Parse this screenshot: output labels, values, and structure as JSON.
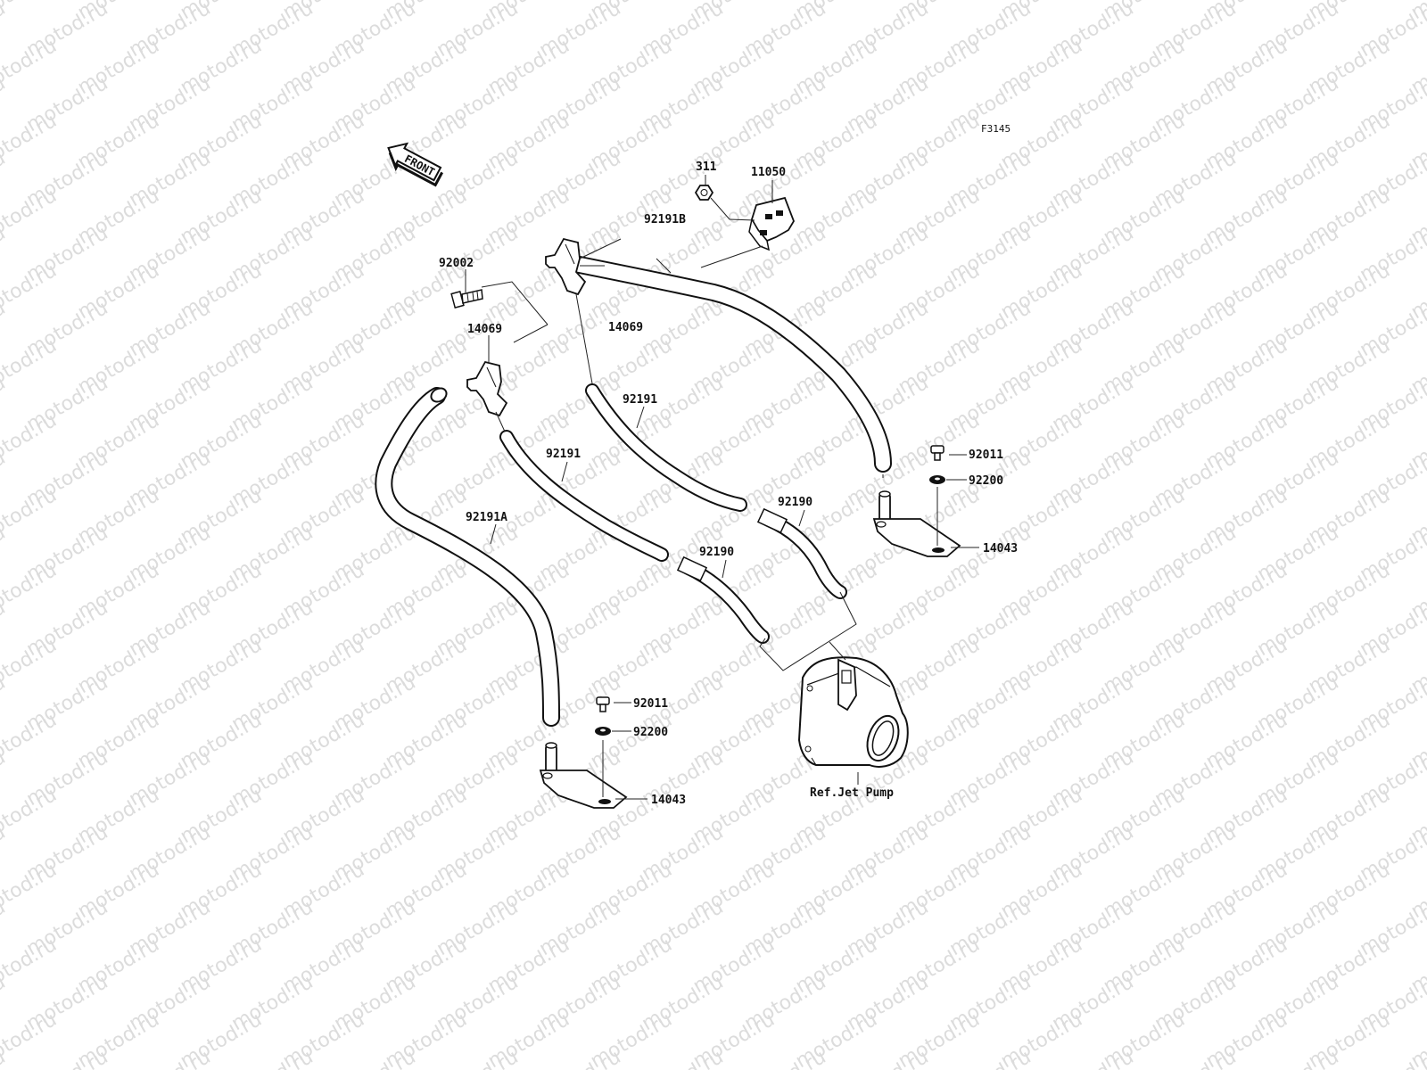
{
  "watermark": "motod.ru",
  "figure_code": "F3145",
  "front_label": "FRONT",
  "ref_label": "Ref.Jet Pump",
  "parts": {
    "p311": "311",
    "p11050": "11050",
    "p92191B": "92191B",
    "p92002": "92002",
    "p14069_left": "14069",
    "p14069_right": "14069",
    "p92191_upper": "92191",
    "p92191_lower": "92191",
    "p92191A": "92191A",
    "p92190_right": "92190",
    "p92190_left": "92190",
    "p92011_right": "92011",
    "p92200_right": "92200",
    "p14043_right": "14043",
    "p92011_left": "92011",
    "p92200_left": "92200",
    "p14043_left": "14043"
  },
  "colors": {
    "line": "#111111",
    "watermark": "#dcdcdc",
    "background": "#ffffff"
  }
}
